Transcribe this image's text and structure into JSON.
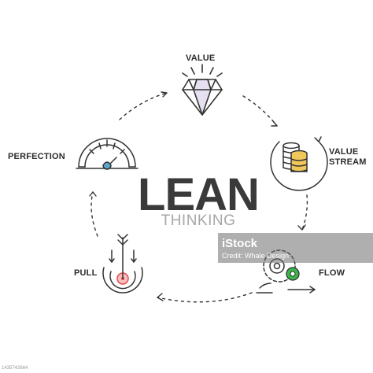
{
  "center": {
    "title": "LEAN",
    "subtitle": "THINKING"
  },
  "steps": [
    {
      "key": "value",
      "label": "VALUE",
      "icon": "diamond-icon"
    },
    {
      "key": "value_stream",
      "label_line1": "VALUE",
      "label_line2": "STREAM",
      "icon": "coin-stack-icon"
    },
    {
      "key": "flow",
      "label": "FLOW",
      "icon": "gears-icon"
    },
    {
      "key": "pull",
      "label": "PULL",
      "icon": "target-arrow-icon"
    },
    {
      "key": "perfection",
      "label": "PERFECTION",
      "icon": "gauge-icon"
    }
  ],
  "watermark": {
    "logo": "iStock",
    "credit": "Credit: Whale Design"
  },
  "stock_id": "1435742664",
  "colors": {
    "text": "#2b2b2b",
    "line": "#333333",
    "subtitle": "#a7a7a7",
    "gold": "#f0c75a",
    "diamond": "#b6a7d6",
    "gear_green": "#39b54a",
    "target_red": "#e54b4b",
    "gauge_blue": "#5aa9c9"
  }
}
